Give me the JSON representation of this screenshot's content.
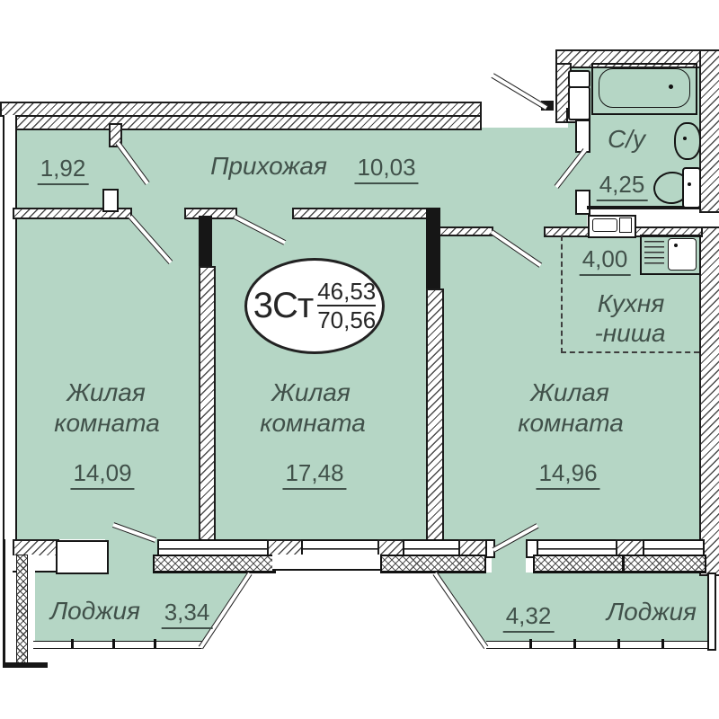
{
  "plan": {
    "badge": {
      "type": "3Ст",
      "area_living": "46,53",
      "area_total": "70,56"
    },
    "closet": {
      "area": "1,92"
    },
    "hallway": {
      "name": "Прихожая",
      "area": "10,03"
    },
    "bathroom": {
      "name": "С/у",
      "area": "4,25"
    },
    "kitchen": {
      "area": "4,00",
      "name_line1": "Кухня",
      "name_line2": "-ниша"
    },
    "room1": {
      "name_line1": "Жилая",
      "name_line2": "комната",
      "area": "14,09"
    },
    "room2": {
      "name_line1": "Жилая",
      "name_line2": "комната",
      "area": "17,48"
    },
    "room3": {
      "name_line1": "Жилая",
      "name_line2": "комната",
      "area": "14,96"
    },
    "loggia_left": {
      "name": "Лоджия",
      "area": "3,34"
    },
    "loggia_right": {
      "name": "Лоджия",
      "area": "4,32"
    },
    "colors": {
      "floor": "#b5d6c5",
      "line": "#1c1c1c",
      "text": "#41514a"
    }
  }
}
